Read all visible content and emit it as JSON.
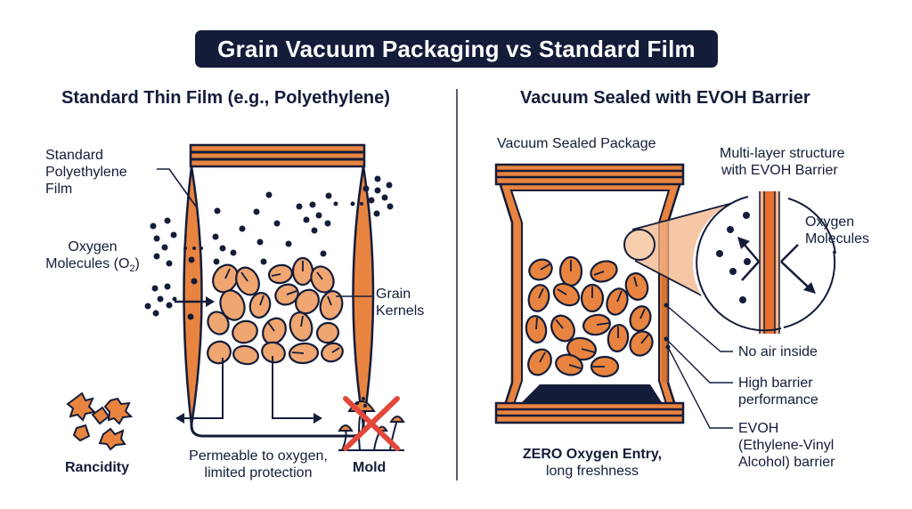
{
  "title": "Grain Vacuum Packaging vs Standard Film",
  "colors": {
    "navy": "#141c3a",
    "orange": "#e8843f",
    "light_orange": "#f3b488",
    "kernel": "#f0a670",
    "red_x": "#e2483a"
  },
  "left_panel": {
    "heading": "Standard Thin Film (e.g., Polyethylene)",
    "labels": {
      "film": [
        "Standard",
        "Polyethylene",
        "Film"
      ],
      "oxygen_line1": "Oxygen",
      "oxygen_line2": "Molecules (O",
      "oxygen_sub": "2",
      "oxygen_close": ")",
      "kernels": [
        "Grain",
        "Kernels"
      ],
      "rancidity": "Rancidity",
      "mold": "Mold",
      "caption_line1": "Permeable to oxygen,",
      "caption_line2": "limited protection"
    },
    "icons": [
      "rancidity-fragments-icon",
      "mold-crossed-icon"
    ]
  },
  "right_panel": {
    "heading": "Vacuum Sealed with EVOH Barrier",
    "labels": {
      "package": "Vacuum Sealed Package",
      "structure_line1": "Multi-layer structure",
      "structure_line2": "with EVOH Barrier",
      "oxygen": [
        "Oxygen",
        "Molecules"
      ],
      "no_air": "No air inside",
      "high_barrier": [
        "High barrier",
        "performance"
      ],
      "evoh": [
        "EVOH",
        "(Ethylene-Vinyl",
        "Alcohol) barrier"
      ],
      "caption_line1": "ZERO Oxygen Entry,",
      "caption_line2": "long freshness"
    },
    "icons": [
      "magnifier-zoom-icon"
    ]
  }
}
